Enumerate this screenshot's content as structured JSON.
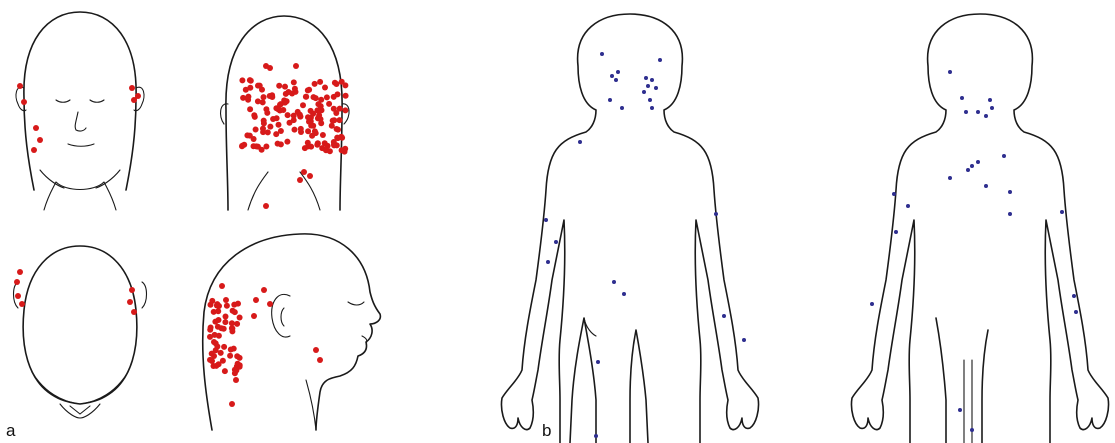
{
  "figure": {
    "panel_a": {
      "label": "a",
      "marker_color": "#d71a1a",
      "views": [
        "face-front",
        "head-back",
        "head-top",
        "head-side"
      ]
    },
    "panel_b": {
      "label": "b",
      "marker_color": "#2e2e8f",
      "views": [
        "body-front",
        "body-back"
      ]
    }
  }
}
